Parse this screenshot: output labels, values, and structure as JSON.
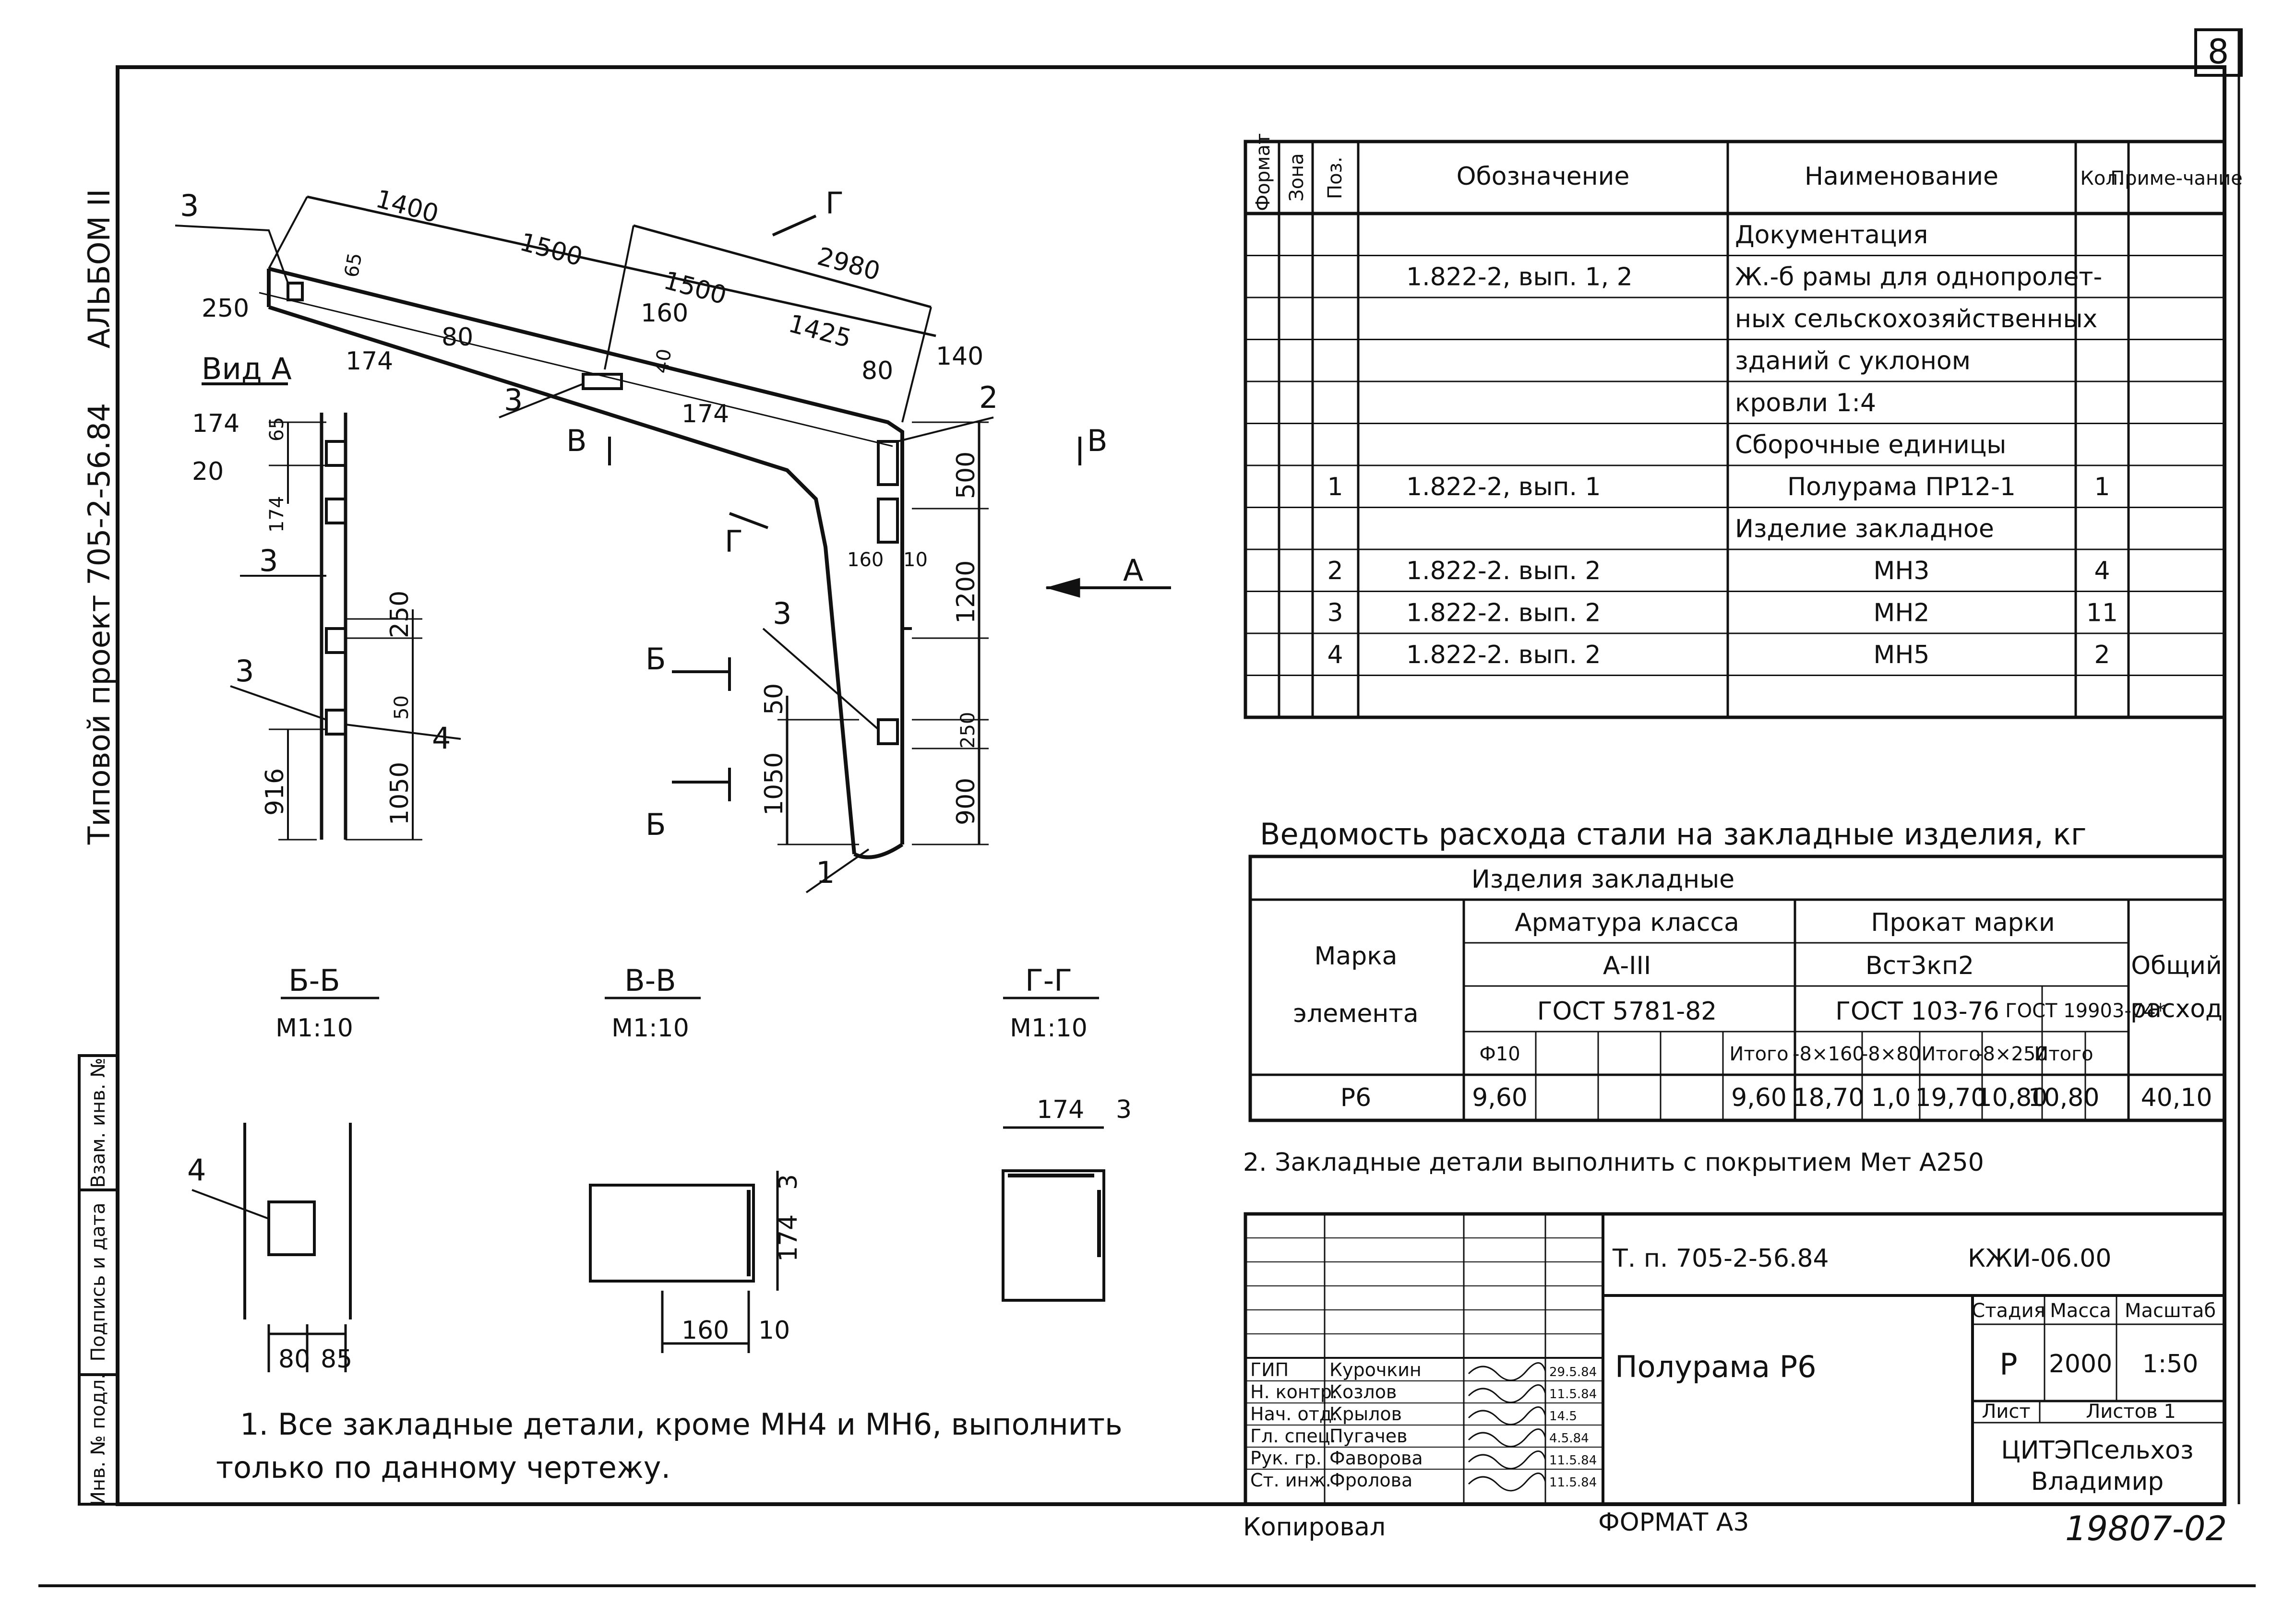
{
  "page": {
    "sheet_number": "8",
    "album": "АЛЬБОМ II",
    "project": "Типовой проект 705-2-56.84",
    "format": "ФОРМАТ А3",
    "copied_by": "Копировал",
    "archive_number": "19807-02"
  },
  "left_strip": {
    "inv_no": "Инв. № подл.",
    "signature_date": "Подпись и дата",
    "replaced_inv": "Взам. инв. №"
  },
  "drawing": {
    "dims_top": [
      "1400",
      "1500",
      "1500",
      "2980",
      "1425",
      "250",
      "65",
      "174",
      "80",
      "160",
      "40",
      "174",
      "80",
      "140"
    ],
    "dims_right": [
      "500",
      "1200",
      "160",
      "10",
      "50",
      "250",
      "900",
      "1050"
    ],
    "dims_left_view": [
      "174",
      "65",
      "20",
      "174",
      "250",
      "50",
      "916",
      "1050"
    ],
    "callouts": [
      "3",
      "3",
      "2",
      "3",
      "3",
      "4",
      "1",
      "3"
    ],
    "section_marks": {
      "g": "Г",
      "v": "В",
      "b": "Б",
      "a": "А"
    },
    "view_a": "Вид А",
    "sections": [
      {
        "title": "Б-Б",
        "scale": "М1:10"
      },
      {
        "title": "В-В",
        "scale": "М1:10"
      },
      {
        "title": "Г-Г",
        "scale": "М1:10"
      }
    ],
    "section_dims": {
      "bb": [
        "80",
        "85",
        "4"
      ],
      "vv": [
        "3",
        "174",
        "160",
        "10"
      ],
      "gg": [
        "174",
        "3"
      ]
    }
  },
  "spec_table": {
    "headers": [
      "Формат",
      "Зона",
      "Поз.",
      "Обозначение",
      "Наименование",
      "Кол.",
      "Приме-чание"
    ],
    "rows": [
      {
        "pos": "",
        "designation": "",
        "name": "Документация",
        "qty": ""
      },
      {
        "pos": "",
        "designation": "1.822-2, вып. 1, 2",
        "name": "Ж.-б рамы для однопролет-",
        "qty": ""
      },
      {
        "pos": "",
        "designation": "",
        "name": "ных сельскохозяйственных",
        "qty": ""
      },
      {
        "pos": "",
        "designation": "",
        "name": "зданий с уклоном",
        "qty": ""
      },
      {
        "pos": "",
        "designation": "",
        "name": "кровли 1:4",
        "qty": ""
      },
      {
        "pos": "",
        "designation": "",
        "name": "Сборочные единицы",
        "qty": ""
      },
      {
        "pos": "1",
        "designation": "1.822-2, вып. 1",
        "name": "Полурама ПР12-1",
        "qty": "1"
      },
      {
        "pos": "",
        "designation": "",
        "name": "Изделие закладное",
        "qty": ""
      },
      {
        "pos": "2",
        "designation": "1.822-2. вып. 2",
        "name": "МН3",
        "qty": "4"
      },
      {
        "pos": "3",
        "designation": "1.822-2. вып. 2",
        "name": "МН2",
        "qty": "11"
      },
      {
        "pos": "4",
        "designation": "1.822-2. вып. 2",
        "name": "МН5",
        "qty": "2"
      },
      {
        "pos": "",
        "designation": "",
        "name": "",
        "qty": ""
      }
    ]
  },
  "steel": {
    "title": "Ведомость расхода стали на закладные изделия, кг",
    "group": "Изделия закладные",
    "mark_label_1": "Марка",
    "mark_label_2": "элемента",
    "rebar_class": "Арматура класса",
    "rebar_grade": "А-III",
    "rebar_gost": "ГОСТ 5781-82",
    "rolled": "Прокат марки",
    "rolled_grade": "Вст3кп2",
    "rolled_gost1": "ГОСТ 103-76",
    "rolled_gost2": "ГОСТ 19903-74*",
    "total_1": "Общий",
    "total_2": "расход",
    "subheads": [
      "Ф10",
      "",
      "",
      "",
      "Итого",
      "-8×160",
      "-8×80",
      "Итого",
      "-8×250",
      "Итого"
    ],
    "row": {
      "mark": "Р6",
      "values": [
        "9,60",
        "",
        "",
        "",
        "9,60",
        "18,70",
        "1,0",
        "19,70",
        "10,80",
        "10,80"
      ],
      "total": "40,10"
    }
  },
  "notes": {
    "note2": "2. Закладные детали выполнить с покрытием Мет А250",
    "note1_a": "1. Все закладные детали, кроме МН4 и МН6, выполнить",
    "note1_b": "только по данному чертежу."
  },
  "title_block": {
    "code_left": "Т. п. 705-2-56.84",
    "code_right": "КЖИ-06.00",
    "name": "Полурама Р6",
    "stage_h": "Стадия",
    "mass_h": "Масса",
    "scale_h": "Масштаб",
    "stage": "Р",
    "mass": "2000",
    "scale": "1:50",
    "sheet_h": "Лист",
    "sheets_h": "Листов 1",
    "org_1": "ЦИТЭПсельхоз",
    "org_2": "Владимир",
    "roles": [
      {
        "role": "ГИП",
        "name": "Курочкин",
        "date": "29.5.84"
      },
      {
        "role": "Н. контр.",
        "name": "Козлов",
        "date": "11.5.84"
      },
      {
        "role": "Нач. отд.",
        "name": "Крылов",
        "date": "14.5"
      },
      {
        "role": "Гл. спец.",
        "name": "Пугачев",
        "date": "4.5.84"
      },
      {
        "role": "Рук. гр.",
        "name": "Фаворова",
        "date": "11.5.84"
      },
      {
        "role": "Ст. инж.",
        "name": "Фролова",
        "date": "11.5.84"
      }
    ]
  }
}
